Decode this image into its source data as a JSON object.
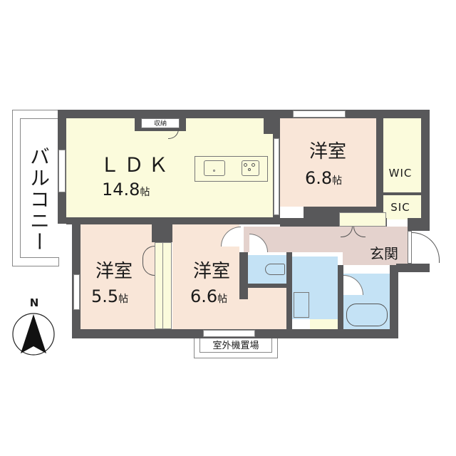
{
  "plan": {
    "balcony": {
      "label": "バルコニー"
    },
    "rooms": [
      {
        "id": "ldk",
        "name": "ＬＤＫ",
        "size": "14.8",
        "unit": "帖",
        "color": "#fbfbdc"
      },
      {
        "id": "bed1",
        "name": "洋室",
        "size": "6.8",
        "unit": "帖",
        "color": "#f9e6d8"
      },
      {
        "id": "bed2",
        "name": "洋室",
        "size": "5.5",
        "unit": "帖",
        "color": "#f9e6d8"
      },
      {
        "id": "bed3",
        "name": "洋室",
        "size": "6.6",
        "unit": "帖",
        "color": "#f9e6d8"
      }
    ],
    "storage": {
      "label": "収納"
    },
    "wic": {
      "label": "WIC"
    },
    "sic": {
      "label": "SIC"
    },
    "entrance": {
      "label": "玄関",
      "color": "#e4d2cd"
    },
    "outdoor_unit": {
      "label": "室外機置場"
    },
    "compass": {
      "label": "N"
    },
    "colors": {
      "wall": "#58585a",
      "wet_area": "#c4e2f5",
      "hall": "#e4d2cd"
    }
  }
}
